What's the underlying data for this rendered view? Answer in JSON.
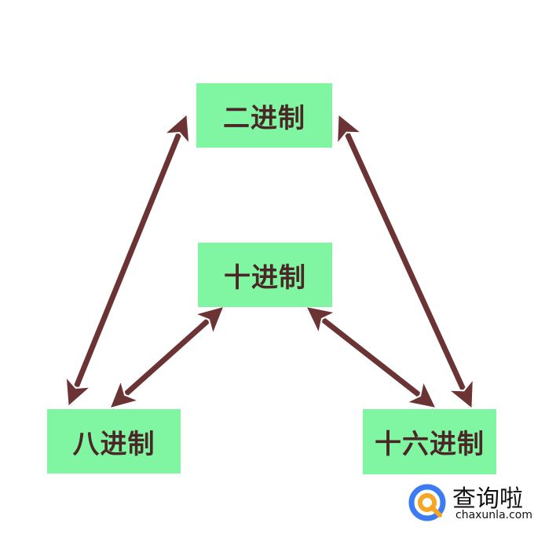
{
  "nodes": {
    "binary": "二进制",
    "decimal": "十进制",
    "octal": "八进制",
    "hex": "十六进制"
  },
  "edges": [
    {
      "from": "binary",
      "to": "octal"
    },
    {
      "from": "decimal",
      "to": "octal"
    },
    {
      "from": "decimal",
      "to": "hex"
    },
    {
      "from": "binary",
      "to": "hex"
    }
  ],
  "colors": {
    "box": "#80f5a2",
    "arrow": "#6b3333",
    "text": "#4a2626"
  },
  "watermark": {
    "name": "查询啦",
    "url": "chaxunla.com"
  }
}
